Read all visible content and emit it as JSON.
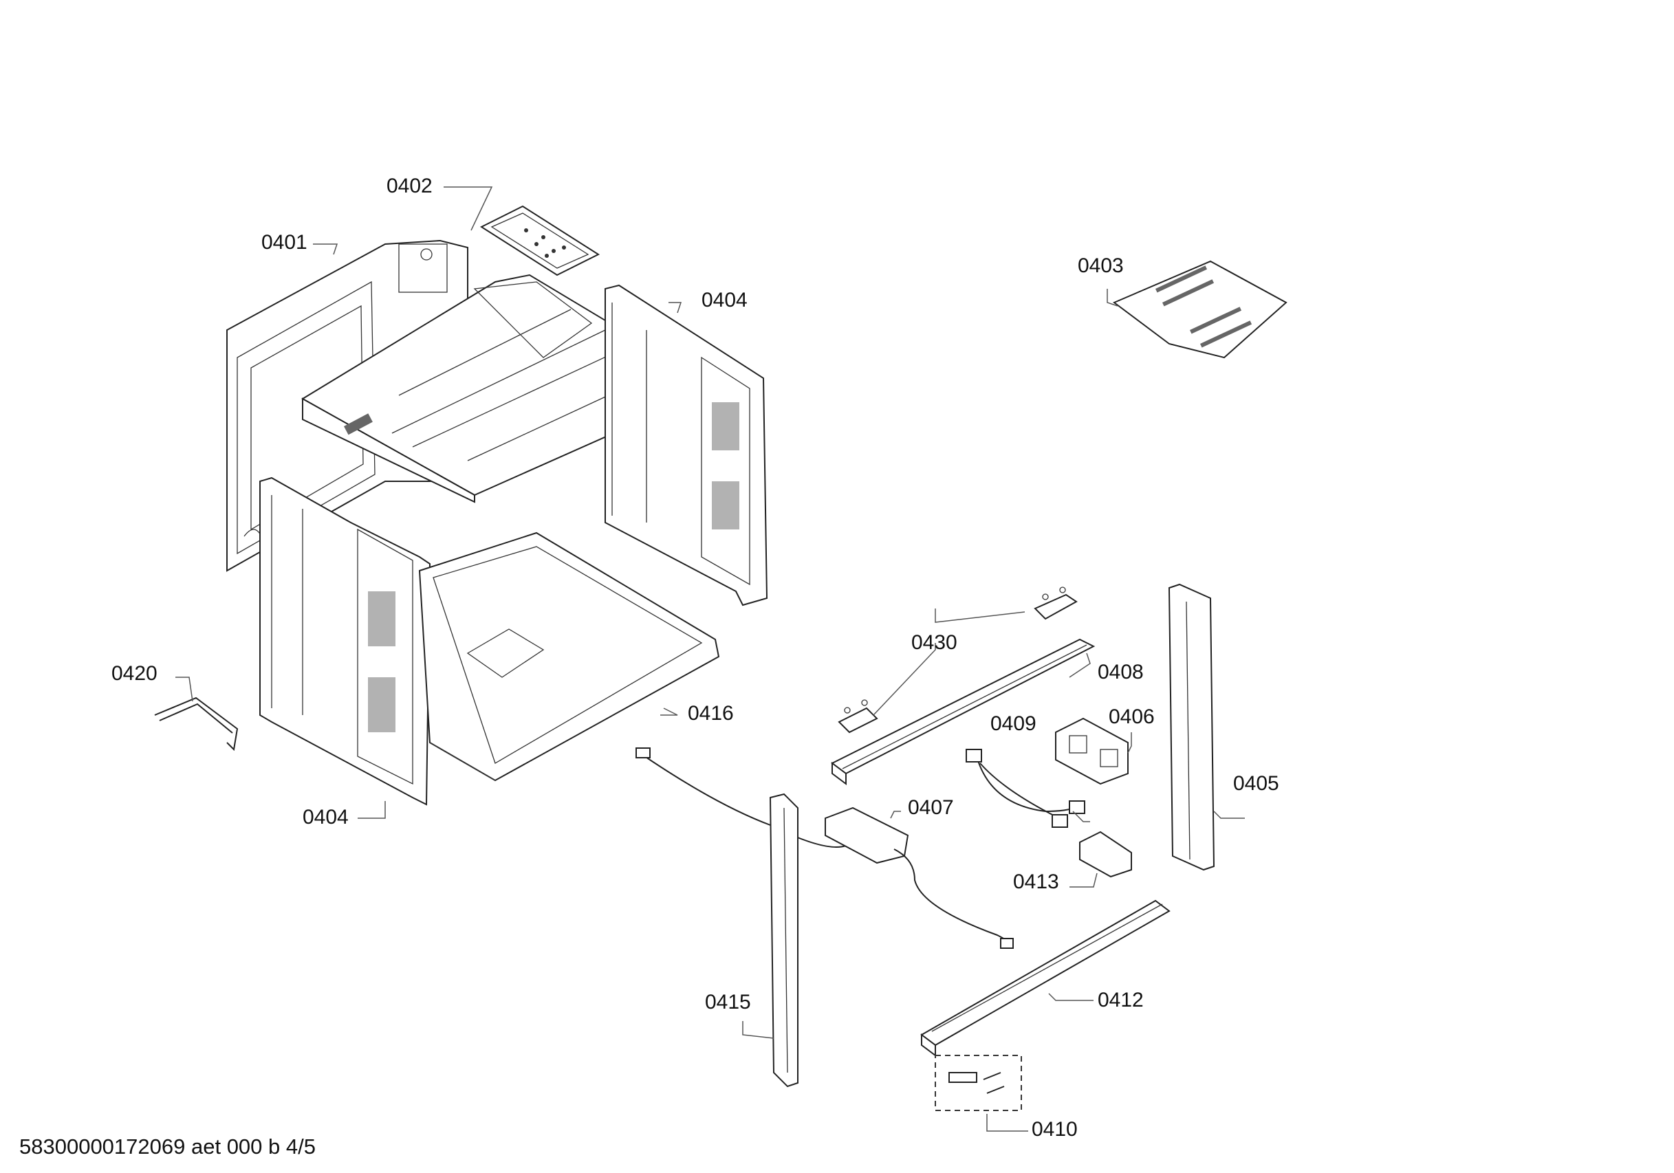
{
  "labels": {
    "p0401": "0401",
    "p0402": "0402",
    "p0403": "0403",
    "p0404a": "0404",
    "p0404b": "0404",
    "p0405": "0405",
    "p0406": "0406",
    "p0407": "0407",
    "p0408": "0408",
    "p0409": "0409",
    "p0410": "0410",
    "p0412": "0412",
    "p0413": "0413",
    "p0415": "0415",
    "p0416": "0416",
    "p0420": "0420",
    "p0430": "0430"
  },
  "footer": "58300000172069 aet 000 b 4/5"
}
